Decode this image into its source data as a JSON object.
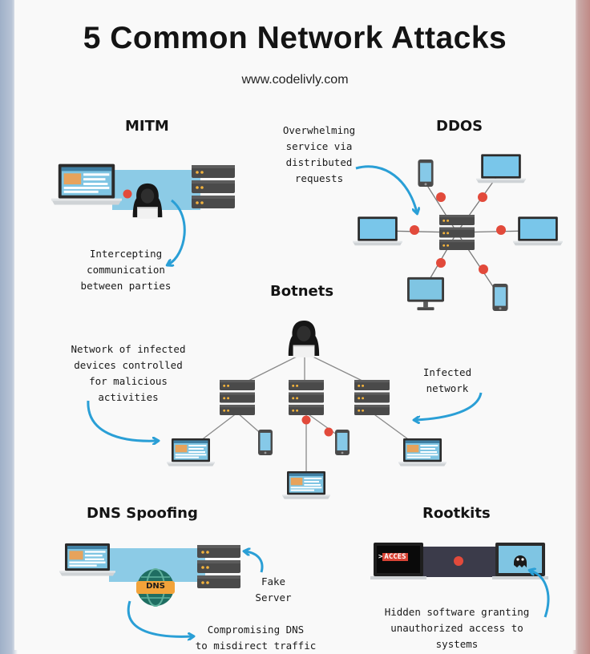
{
  "title": "5 Common Network Attacks",
  "website": "www.codelivly.com",
  "sections": {
    "mitm": {
      "heading": "MITM",
      "note_lines": [
        "Intercepting",
        "communication",
        "between parties"
      ]
    },
    "ddos": {
      "heading": "DDOS",
      "note_lines": [
        "Overwhelming",
        "service via",
        "distributed",
        "requests"
      ]
    },
    "botnets": {
      "heading": "Botnets",
      "note_left_lines": [
        "Network of infected",
        "devices controlled",
        "for malicious",
        "activities"
      ],
      "note_right_lines": [
        "Infected",
        "network"
      ]
    },
    "dns_spoofing": {
      "heading": "DNS Spoofing",
      "dns_label": "DNS",
      "server_lines": [
        "Fake",
        "Server"
      ],
      "note_lines": [
        "Compromising DNS",
        "to misdirect traffic"
      ]
    },
    "rootkits": {
      "heading": "Rootkits",
      "screen_text": "ACCES",
      "note_lines": [
        "Hidden software granting",
        "unauthorized access to",
        "systems"
      ]
    }
  },
  "colors": {
    "accent_blue": "#2a9fd6",
    "attack_red": "#e24a3b",
    "server_dark": "#3f3f3f",
    "dns_orange": "#f2a33a",
    "dns_green": "#1f6e62"
  }
}
